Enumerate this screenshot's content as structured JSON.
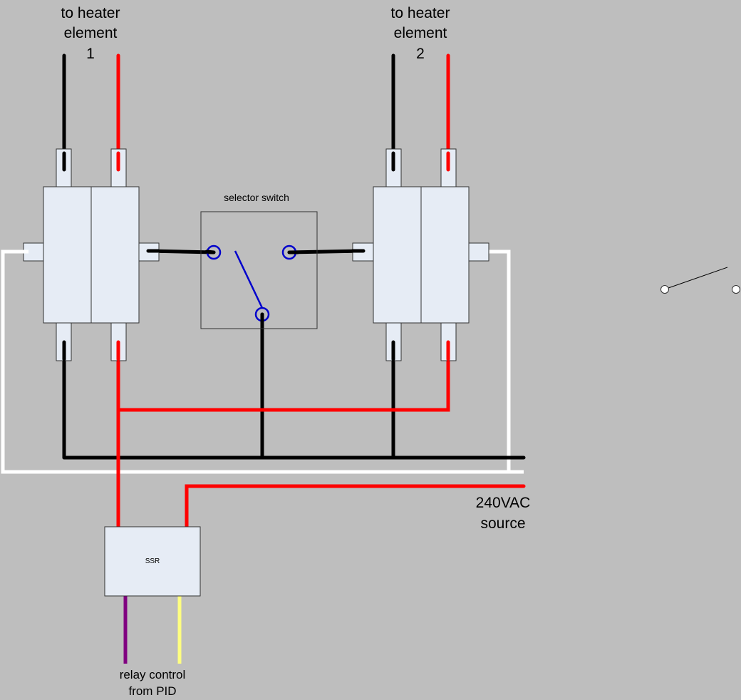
{
  "labels": {
    "heater1": [
      "to heater",
      "element",
      "1"
    ],
    "heater2": [
      "to heater",
      "element",
      "2"
    ],
    "selector": "selector switch",
    "source": [
      "240VAC",
      "source"
    ],
    "ssr": "SSR",
    "pid": [
      "relay control",
      "from PID"
    ]
  },
  "colors": {
    "background": "#bebebe",
    "hot_wire": "#ff0000",
    "neutral_wire": "#000000",
    "ground_wire": "#ffffff",
    "switch_blade": "#0000cc",
    "pid_wire_1": "#800080",
    "pid_wire_2": "#ffff80",
    "component_fill": "#e6ecf5"
  },
  "icons": {
    "open_switch": "spst-open-switch-icon"
  }
}
